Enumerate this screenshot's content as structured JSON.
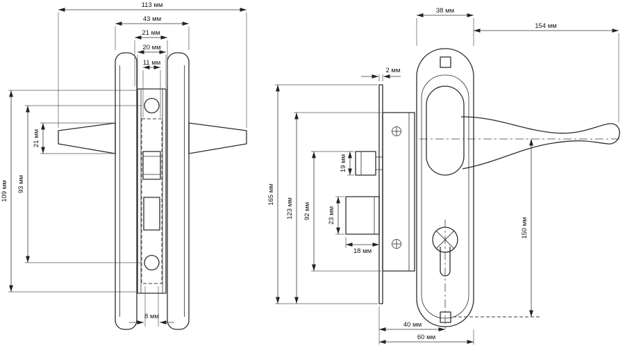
{
  "drawing": {
    "left_view": {
      "top_dims": {
        "total_width": "113 мм",
        "plates_width": "43 мм",
        "outer_width": "21 мм",
        "faceplate_width": "20 мм",
        "slot_width": "11 мм"
      },
      "side_dims": {
        "handle_height": "21 мм",
        "hole_spacing": "93 мм",
        "total_height": "109 мм"
      },
      "bottom_dims": {
        "slot": "8 мм"
      }
    },
    "right_view": {
      "top_dims": {
        "plate_width": "38 мм",
        "handle_length": "154 мм",
        "faceplate_thickness": "2 мм"
      },
      "side_dims": {
        "faceplate_height": "165 мм",
        "body_height": "123 мм",
        "case_height": "92 мм",
        "latch_height": "19 мм",
        "deadbolt_height": "23 мм",
        "handle_to_bottom": "150 мм"
      },
      "bottom_dims": {
        "deadbolt_throw": "18 мм",
        "backset": "40 мм",
        "overall": "60 мм"
      }
    }
  }
}
